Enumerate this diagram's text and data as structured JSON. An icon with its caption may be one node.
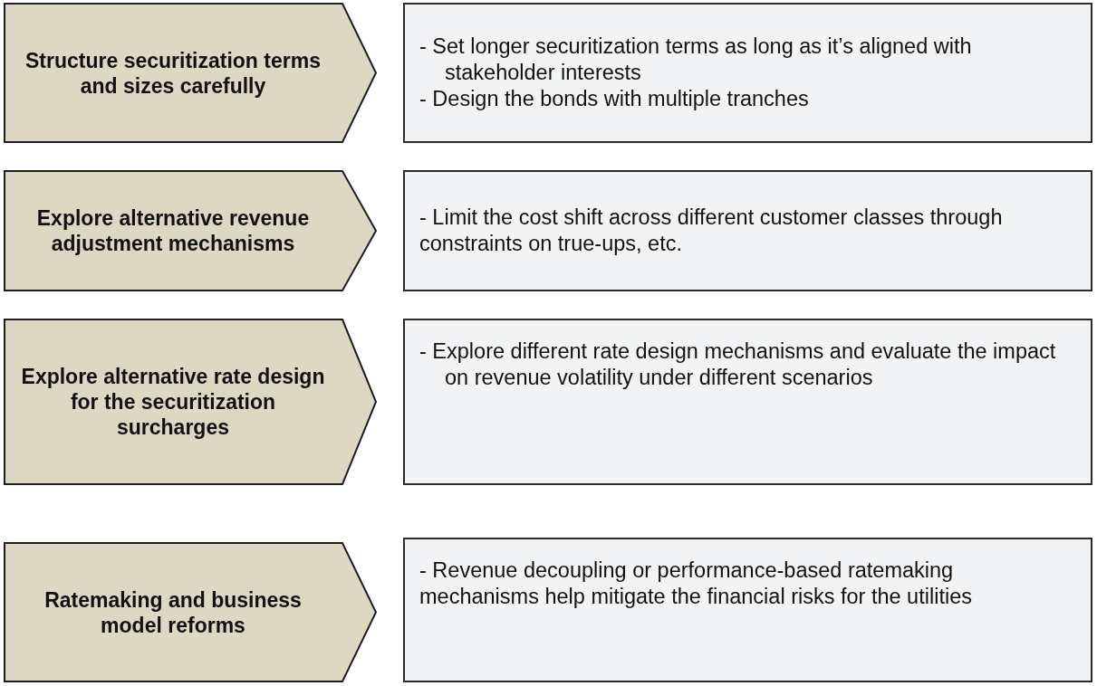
{
  "diagram": {
    "nodes": [
      {
        "text": [
          "Structure securitization terms and sizes carefully"
        ]
      },
      {
        "text": [
          "- Set longer securitization terms as long as it’s aligned with stakeholder interests",
          "- Design the bonds with multiple tranches"
        ]
      },
      {
        "text": [
          "Explore alternative revenue adjustment mechanisms"
        ]
      },
      {
        "text": [
          "- Limit the cost shift across different customer classes through constraints on true-ups, etc."
        ]
      },
      {
        "text": [
          "Explore alternative rate design for the securitization surcharges"
        ]
      },
      {
        "text": [
          "- Explore different rate design mechanisms and evaluate the impact on revenue volatility under different scenarios"
        ]
      },
      {
        "text": [
          "Ratemaking and business model reforms"
        ]
      },
      {
        "text": [
          "- Revenue decoupling or performance-based ratemaking mechanisms help mitigate the financial risks for the utilities"
        ]
      }
    ]
  }
}
